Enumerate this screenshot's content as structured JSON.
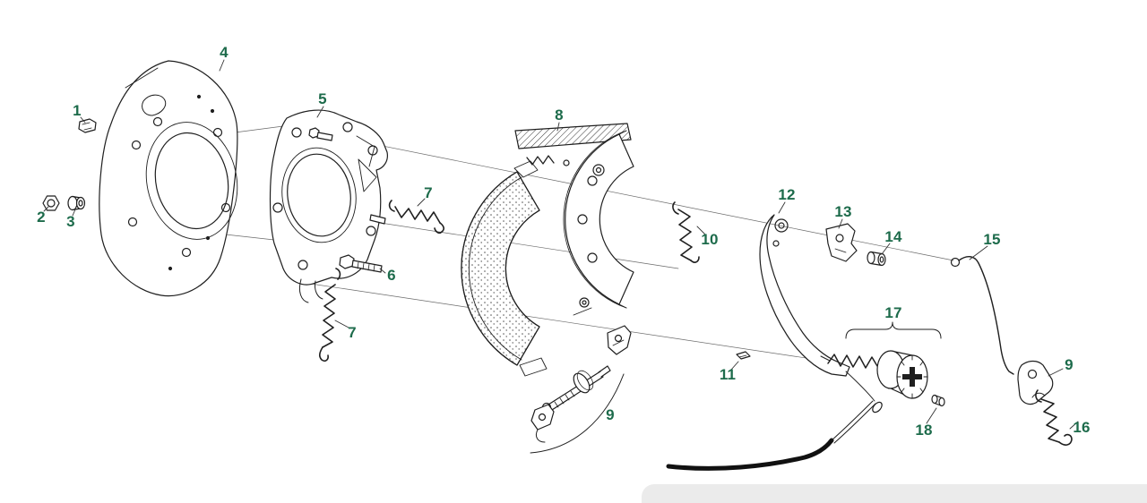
{
  "colors": {
    "callout": "#1d6b4b",
    "line": "#1f1f1f",
    "background": "#ffffff"
  },
  "callouts": [
    "1",
    "2",
    "3",
    "4",
    "5",
    "6",
    "7",
    "7",
    "8",
    "9",
    "10",
    "11",
    "12",
    "13",
    "14",
    "15",
    "17",
    "18",
    "9",
    "16"
  ]
}
